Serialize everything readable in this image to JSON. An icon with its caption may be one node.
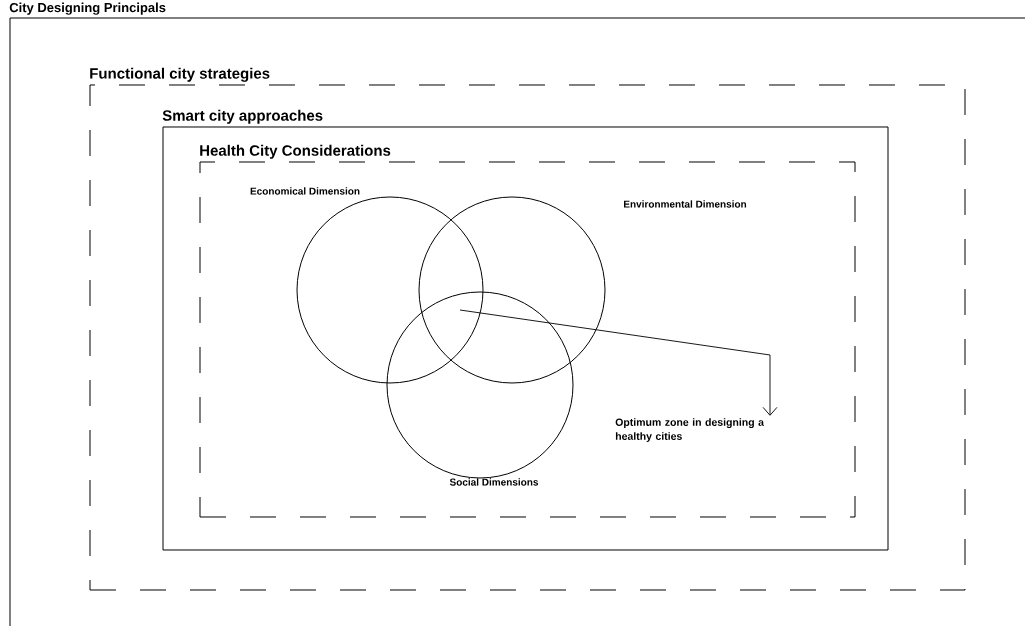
{
  "diagram": {
    "nodes": [
      {
        "text": [
          "City Designing Principals"
        ]
      },
      {
        "text": [
          "Functional city strategies"
        ],
        "in": 0
      },
      {
        "text": [
          "Smart city approaches"
        ],
        "in": 1
      },
      {
        "text": [
          "Health City Considerations"
        ],
        "in": 2
      },
      {
        "text": [
          "Economical Dimension"
        ],
        "in": 3
      },
      {
        "text": [
          "Environmental  Dimension"
        ],
        "in": 3
      },
      {
        "text": [
          "Social Dimensions"
        ],
        "in": 3
      },
      {
        "text": [
          "Optimum zone in designing a healthy cities"
        ],
        "in": 3
      }
    ],
    "edges": [
      {
        "from": 5,
        "to": 7,
        "arrow": "to"
      }
    ]
  }
}
